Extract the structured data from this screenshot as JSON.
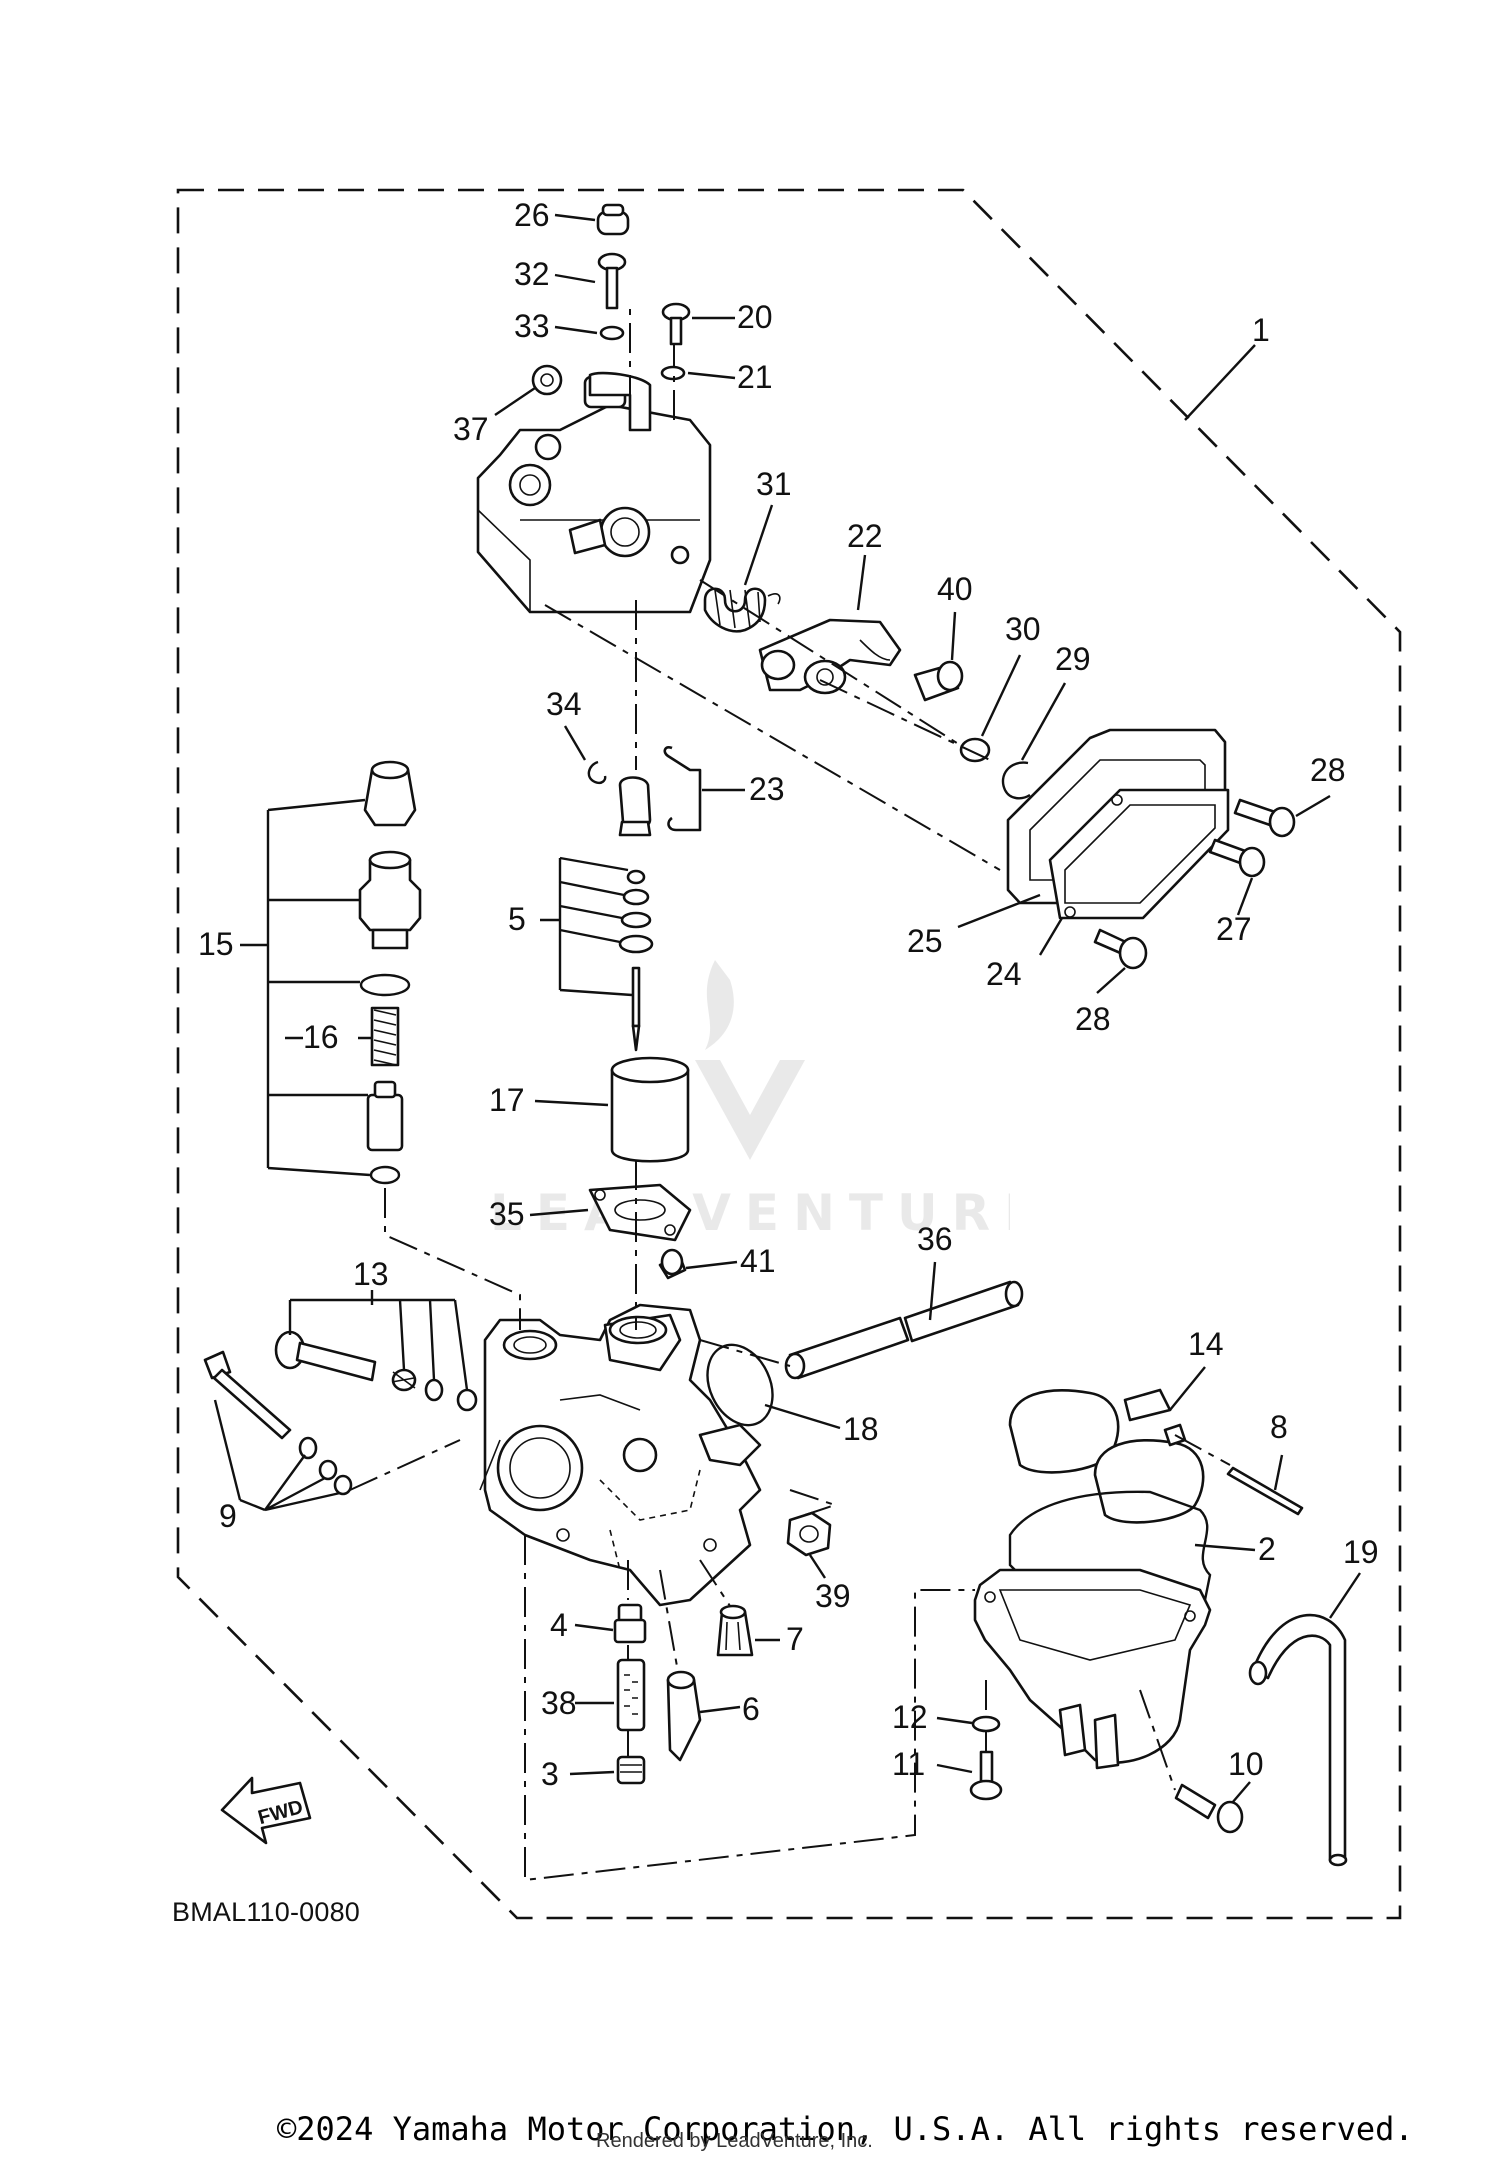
{
  "diagram_code": "BMAL110-0080",
  "copyright": "©2024 Yamaha Motor Corporation, U.S.A. All rights reserved.",
  "rendered_by": "Rendered by LeadVenture, Inc.",
  "watermark": "LEADVENTURE",
  "fwd_label": "FWD",
  "callouts": {
    "c1": "1",
    "c2": "2",
    "c3": "3",
    "c4": "4",
    "c5": "5",
    "c6": "6",
    "c7": "7",
    "c8": "8",
    "c9": "9",
    "c10": "10",
    "c11": "11",
    "c12": "12",
    "c13": "13",
    "c14": "14",
    "c15": "15",
    "c16": "16",
    "c17": "17",
    "c18": "18",
    "c19": "19",
    "c20": "20",
    "c21": "21",
    "c22": "22",
    "c23": "23",
    "c24": "24",
    "c25": "25",
    "c26": "26",
    "c27": "27",
    "c28a": "28",
    "c28b": "28",
    "c29": "29",
    "c30": "30",
    "c31": "31",
    "c32": "32",
    "c33": "33",
    "c34": "34",
    "c35": "35",
    "c36": "36",
    "c37": "37",
    "c38": "38",
    "c39": "39",
    "c40": "40",
    "c41": "41"
  }
}
